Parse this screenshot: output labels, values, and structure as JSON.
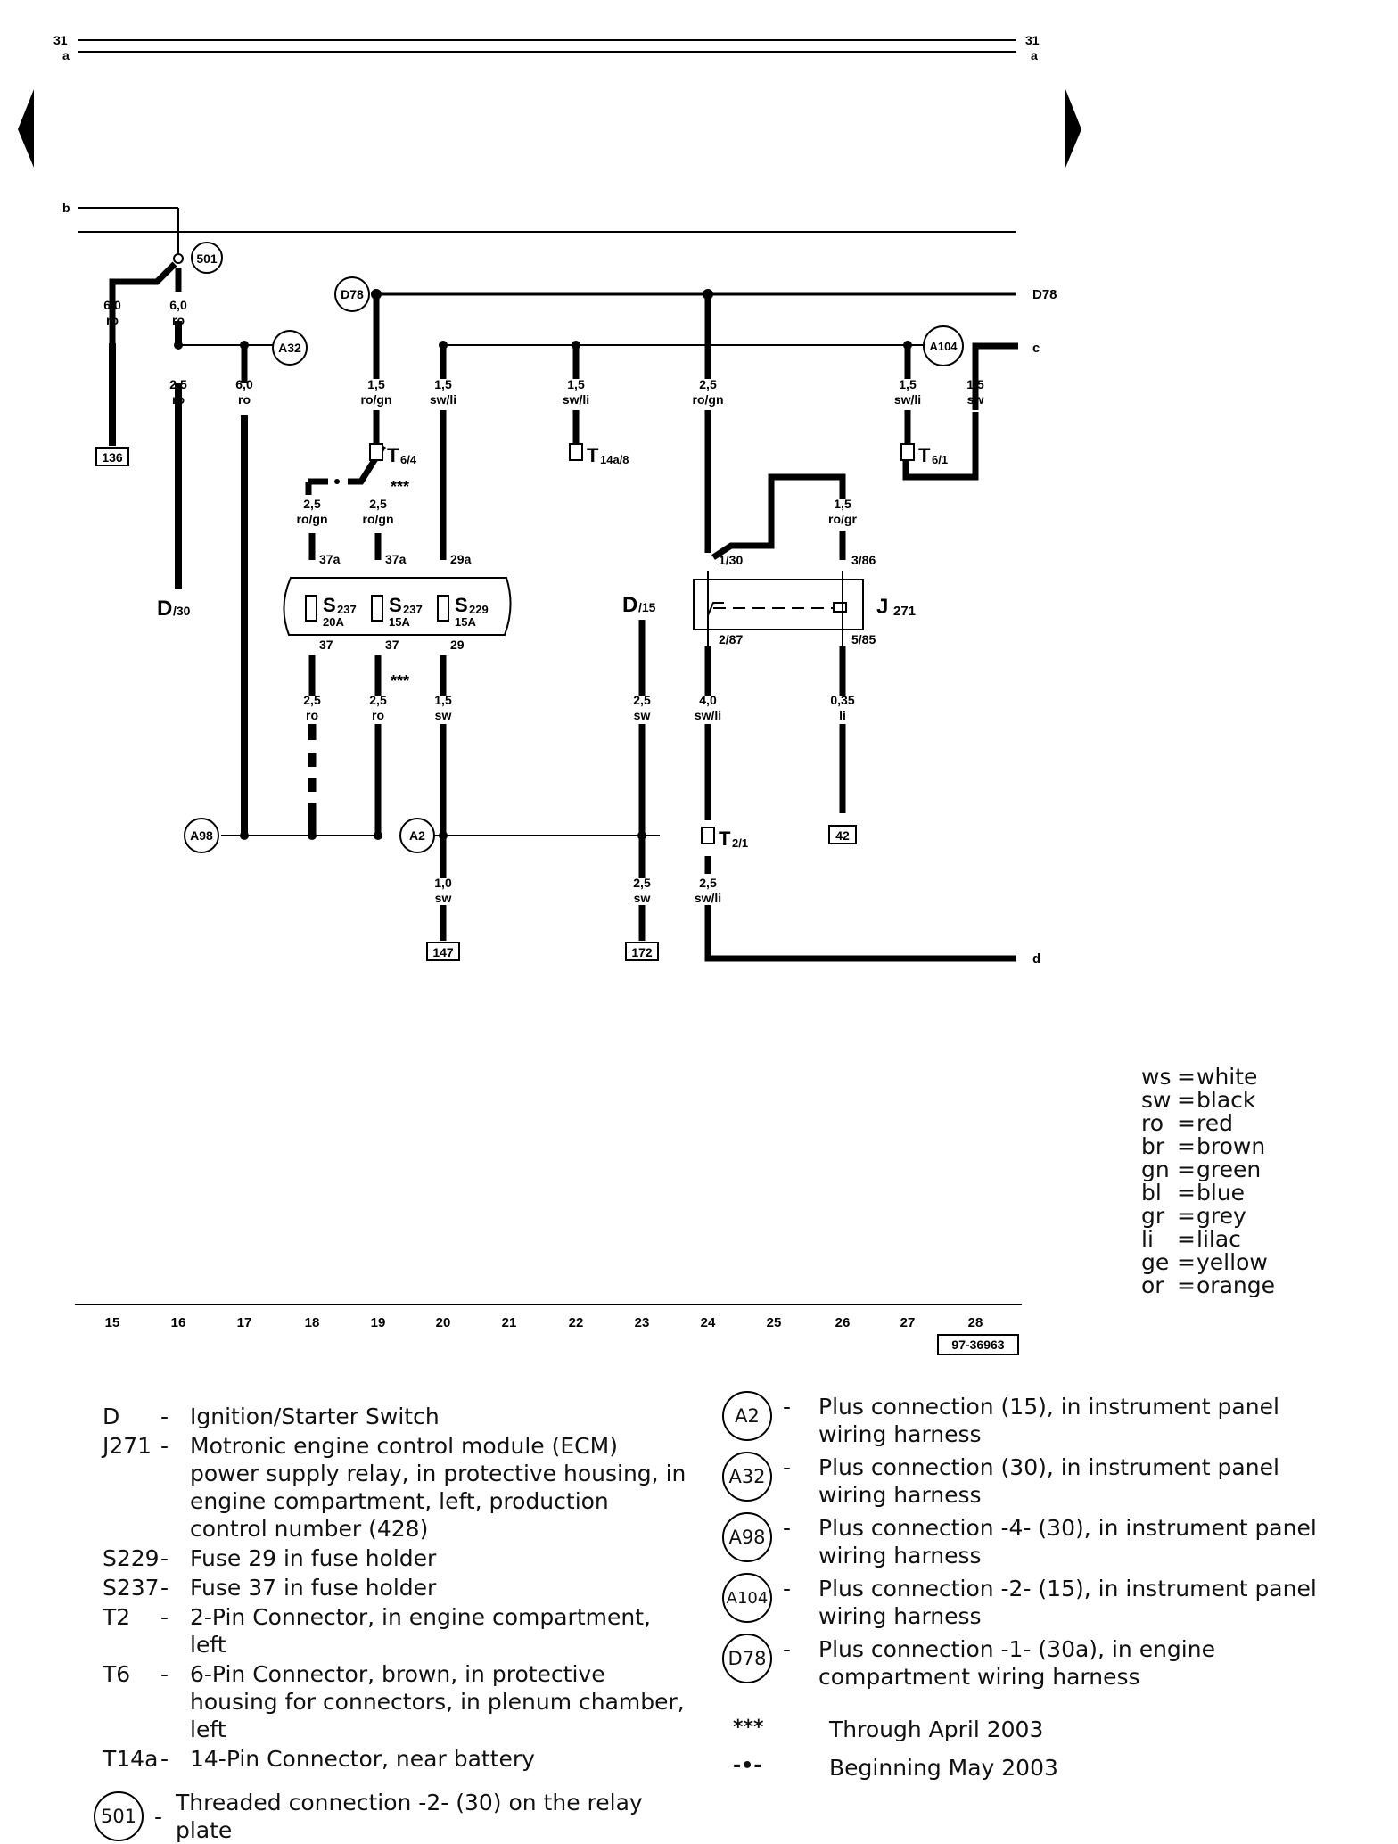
{
  "header": {
    "left_top": "31",
    "left_bottom": "a",
    "right_top": "31",
    "right_bottom": "a"
  },
  "bus_labels": {
    "b": "b",
    "c": "c",
    "d": "d",
    "D78_right": "D78"
  },
  "connectors": {
    "c501": "501",
    "A32": "A32",
    "D78": "D78",
    "A104": "A104",
    "A98": "A98",
    "A2": "A2"
  },
  "wire_labels": {
    "w1": [
      "6,0",
      "ro"
    ],
    "w2": [
      "6,0",
      "ro"
    ],
    "w3": [
      "2,5",
      "ro"
    ],
    "w4": [
      "6,0",
      "ro"
    ],
    "w5": [
      "1,5",
      "ro/gn"
    ],
    "w6": [
      "1,5",
      "sw/li"
    ],
    "w7": [
      "1,5",
      "sw/li"
    ],
    "w8": [
      "2,5",
      "ro/gn"
    ],
    "w9": [
      "1,5",
      "sw/li"
    ],
    "w10": [
      "1,5",
      "sw"
    ],
    "w11": [
      "2,5",
      "ro/gn"
    ],
    "w12": [
      "2,5",
      "ro/gn"
    ],
    "w13": [
      "1,5",
      "ro/gr"
    ],
    "w14": [
      "2,5",
      "ro"
    ],
    "w15": [
      "2,5",
      "ro"
    ],
    "w16": [
      "1,5",
      "sw"
    ],
    "w17": [
      "2,5",
      "sw"
    ],
    "w18": [
      "4,0",
      "sw/li"
    ],
    "w19": [
      "0,35",
      "li"
    ],
    "w20": [
      "1,0",
      "sw"
    ],
    "w21": [
      "2,5",
      "sw"
    ],
    "w22": [
      "2,5",
      "sw/li"
    ]
  },
  "terminal_refs": {
    "t136": "136",
    "t147": "147",
    "t172": "172",
    "t42": "42"
  },
  "component_labels": {
    "T6_4": "T",
    "T6_4_sub": "6/4",
    "T14a8": "T",
    "T14a8_sub": "14a/8",
    "T6_1": "T",
    "T6_1_sub": "6/1",
    "T2_1": "T",
    "T2_1_sub": "2/1",
    "D30": "D",
    "D30_sub": "/30",
    "D15": "D",
    "D15_sub": "/15",
    "J271": "J",
    "J271_sub": "271",
    "S237a": "S",
    "S237a_sub": "237",
    "S237a_amp": "20A",
    "S237b": "S",
    "S237b_sub": "237",
    "S237b_amp": "15A",
    "S229": "S",
    "S229_sub": "229",
    "S229_amp": "15A",
    "stars1": "***",
    "stars2": "***"
  },
  "pin_labels": {
    "p37a_1": "37a",
    "p37a_2": "37a",
    "p29a": "29a",
    "p37_1": "37",
    "p37_2": "37",
    "p29": "29",
    "p1_30": "1/30",
    "p3_86": "3/86",
    "p2_87": "2/87",
    "p5_85": "5/85"
  },
  "column_numbers": [
    "15",
    "16",
    "17",
    "18",
    "19",
    "20",
    "21",
    "22",
    "23",
    "24",
    "25",
    "26",
    "27",
    "28"
  ],
  "drawing_number": "97-36963",
  "color_codes": [
    {
      "abbr": "ws",
      "name": "white"
    },
    {
      "abbr": "sw",
      "name": "black"
    },
    {
      "abbr": "ro",
      "name": "red"
    },
    {
      "abbr": "br",
      "name": "brown"
    },
    {
      "abbr": "gn",
      "name": "green"
    },
    {
      "abbr": "bl",
      "name": "blue"
    },
    {
      "abbr": "gr",
      "name": "grey"
    },
    {
      "abbr": "li",
      "name": "lilac"
    },
    {
      "abbr": "ge",
      "name": "yellow"
    },
    {
      "abbr": "or",
      "name": "orange"
    }
  ],
  "legend_left": [
    {
      "code": "D",
      "text": "Ignition/Starter Switch"
    },
    {
      "code": "J271",
      "text": "Motronic engine control module (ECM) power supply relay, in protective housing, in engine compartment, left, production control number (428)"
    },
    {
      "code": "S229",
      "text": "Fuse 29 in fuse holder"
    },
    {
      "code": "S237",
      "text": "Fuse 37 in fuse holder"
    },
    {
      "code": "T2",
      "text": "2-Pin Connector, in engine compartment, left"
    },
    {
      "code": "T6",
      "text": "6-Pin Connector, brown, in protective housing for connectors, in plenum chamber, left"
    },
    {
      "code": "T14a",
      "text": "14-Pin Connector, near battery"
    }
  ],
  "legend_501": {
    "code": "501",
    "text": "Threaded connection -2- (30) on the relay plate"
  },
  "legend_right": [
    {
      "code": "A2",
      "text": "Plus connection (15), in instrument panel wiring harness"
    },
    {
      "code": "A32",
      "text": "Plus connection (30), in instrument panel wiring harness"
    },
    {
      "code": "A98",
      "text": "Plus connection -4- (30), in instrument panel wiring harness"
    },
    {
      "code": "A104",
      "text": "Plus connection -2- (15), in instrument panel wiring harness"
    },
    {
      "code": "D78",
      "text": "Plus connection -1- (30a), in engine compartment wiring harness"
    }
  ],
  "legend_symbols": [
    {
      "symbol": "***",
      "text": "Through April 2003"
    },
    {
      "symbol": "-•-",
      "text": "Beginning May 2003"
    }
  ]
}
